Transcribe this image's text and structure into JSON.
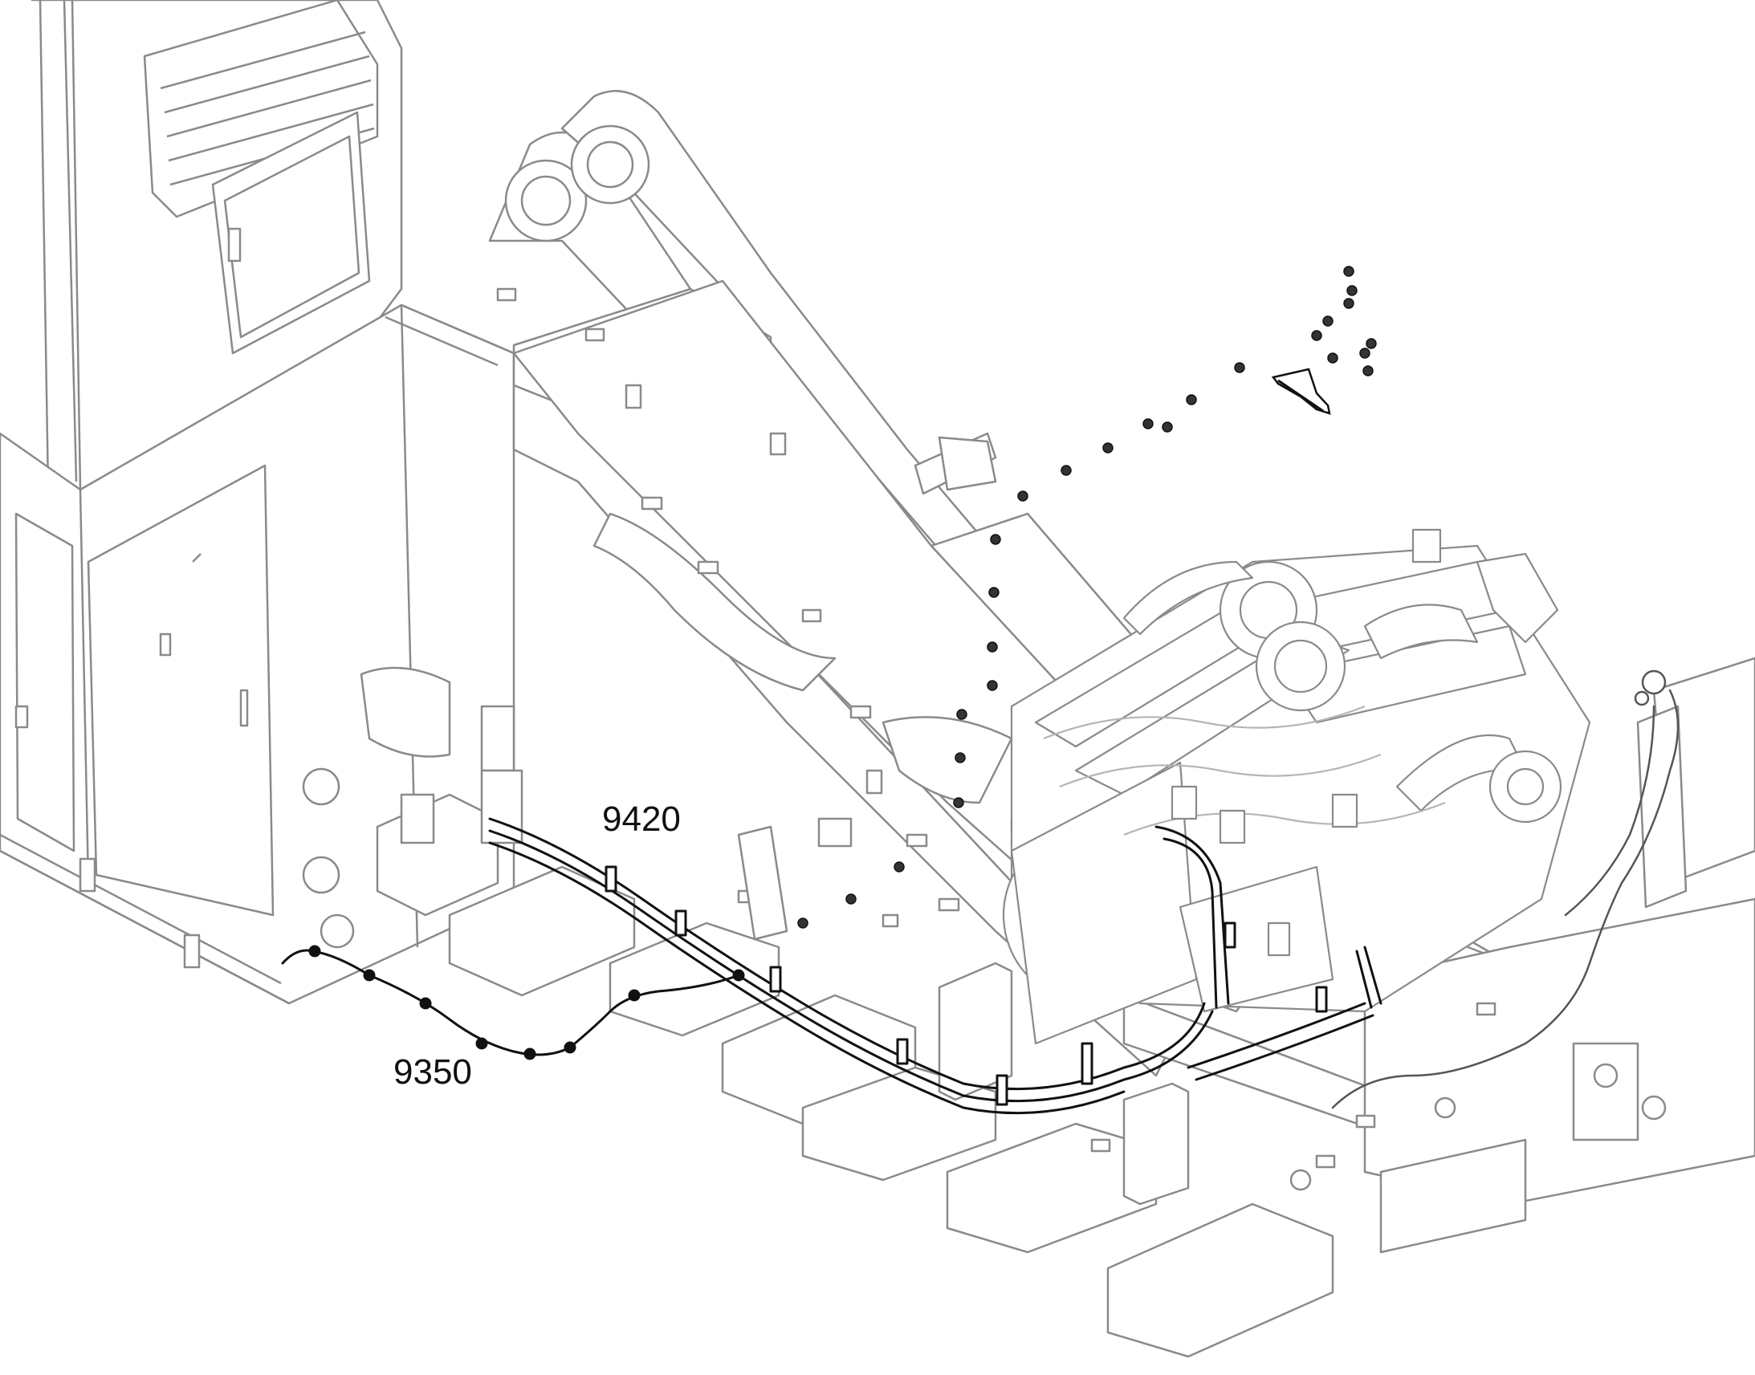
{
  "diagram": {
    "colors": {
      "background": "#ffffff",
      "linework": "#8a8a8a",
      "linework_light": "#b5b5b5",
      "harness": "#111111",
      "fill_light": "#f2f2f2"
    },
    "callouts": [
      {
        "id": "9420",
        "label": "9420",
        "refers_to": "main-wiring-harness-conduit"
      },
      {
        "id": "9350",
        "label": "9350",
        "refers_to": "sensor-cable-with-clips"
      }
    ]
  }
}
